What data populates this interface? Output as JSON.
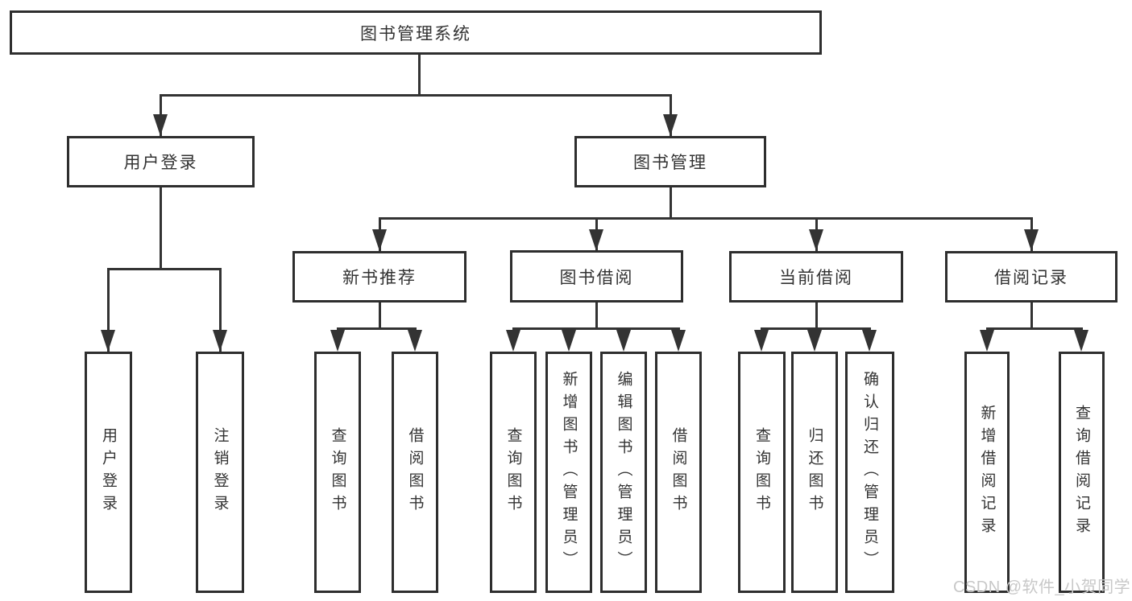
{
  "diagram": {
    "root": {
      "label": "图书管理系统"
    },
    "branches": [
      {
        "label": "用户登录",
        "children": [
          {
            "label": "用户登录"
          },
          {
            "label": "注销登录"
          }
        ]
      },
      {
        "label": "图书管理",
        "children": [
          {
            "label": "新书推荐",
            "children": [
              {
                "label": "查询图书"
              },
              {
                "label": "借阅图书"
              }
            ]
          },
          {
            "label": "图书借阅",
            "children": [
              {
                "label": "查询图书"
              },
              {
                "label": "新增图书（管理员）"
              },
              {
                "label": "编辑图书（管理员）"
              },
              {
                "label": "借阅图书"
              }
            ]
          },
          {
            "label": "当前借阅",
            "children": [
              {
                "label": "查询图书"
              },
              {
                "label": "归还图书"
              },
              {
                "label": "确认归还（管理员）"
              }
            ]
          },
          {
            "label": "借阅记录",
            "children": [
              {
                "label": "新增借阅记录"
              },
              {
                "label": "查询借阅记录"
              }
            ]
          }
        ]
      }
    ]
  },
  "watermark": {
    "text": "CSDN @软件_小贺同学"
  },
  "colors": {
    "line": "#333333",
    "box_border": "#2e2e2e",
    "box_fill": "#ffffff",
    "text": "#333333",
    "watermark": "#c8c8c8",
    "background": "#ffffff"
  }
}
